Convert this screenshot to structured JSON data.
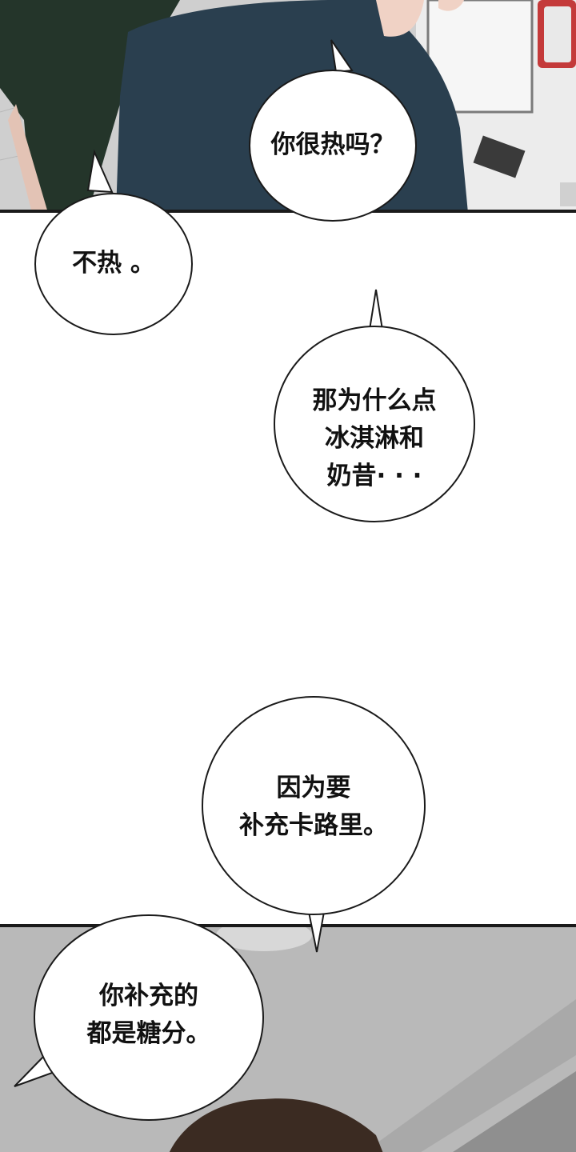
{
  "dialogue": [
    {
      "id": "b1",
      "text": "你很热吗？"
    },
    {
      "id": "b2",
      "text": "不热 。"
    },
    {
      "id": "b3",
      "text": "那为什么点\n冰淇淋和\n奶昔· · ·"
    },
    {
      "id": "b4",
      "text": "因为要\n补充卡路里。"
    },
    {
      "id": "b5",
      "text": "你补充的\n都是糖分。"
    }
  ],
  "colors": {
    "bubble_fill": "#ffffff",
    "bubble_stroke": "#1a1a1a",
    "jacket": "#2a3f4f",
    "dark_green": "#24352a",
    "floor": "#cfcfcf",
    "kiosk": "#e8e8e8",
    "kiosk_red": "#c43a3a",
    "hair": "#3b2b22"
  }
}
